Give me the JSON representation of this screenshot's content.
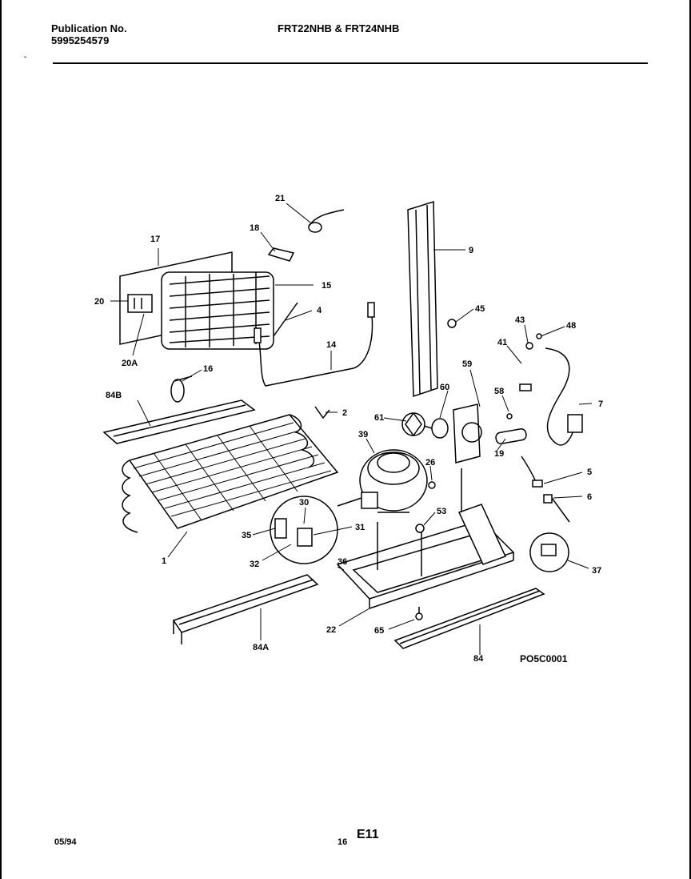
{
  "header": {
    "publication_label": "Publication No.",
    "publication_number": "5995254579",
    "models": "FRT22NHB & FRT24NHB"
  },
  "footer": {
    "date": "05/94",
    "page_number": "16",
    "section": "E11"
  },
  "figure_code": "PO5C0001",
  "callouts": {
    "c21": "21",
    "c18": "18",
    "c17": "17",
    "c15": "15",
    "c20": "20",
    "c4": "4",
    "c20A": "20A",
    "c14": "14",
    "c16": "16",
    "c9": "9",
    "c45": "45",
    "c43": "43",
    "c48": "48",
    "c41": "41",
    "c59": "59",
    "c60": "60",
    "c58": "58",
    "c7": "7",
    "c84B": "84B",
    "c2": "2",
    "c61": "61",
    "c39": "39",
    "c19": "19",
    "c5": "5",
    "c26": "26",
    "c6": "6",
    "c30": "30",
    "c53": "53",
    "c31": "31",
    "c35": "35",
    "c32": "32",
    "c1": "1",
    "c36": "36",
    "c37": "37",
    "c84A": "84A",
    "c22": "22",
    "c65": "65",
    "c84": "84"
  }
}
